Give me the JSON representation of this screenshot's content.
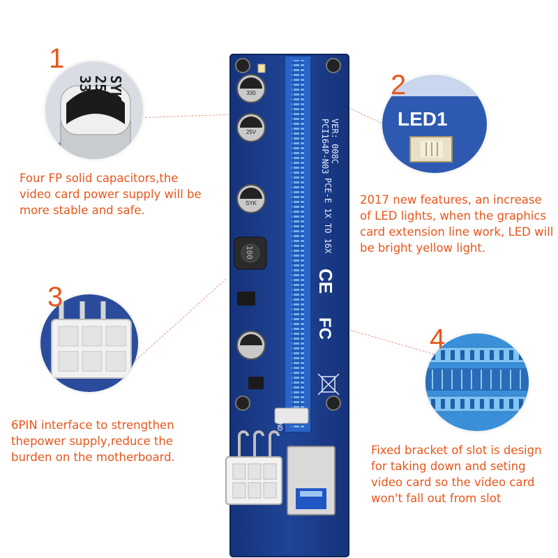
{
  "callouts": [
    {
      "num": "1",
      "text": [
        "Four FP solid capacitors,the",
        "video card power supply will be",
        "more stable and safe."
      ]
    },
    {
      "num": "2",
      "text": [
        "2017 new features, an increase",
        "of LED lights, when the graphics",
        "card extension line work, LED will",
        "be bright yellow light."
      ]
    },
    {
      "num": "3",
      "text": [
        "6PIN interface to strengthen",
        "thepower supply,reduce the",
        "burden on the motherboard."
      ]
    },
    {
      "num": "4",
      "text": [
        "Fixed bracket of slot is design",
        "for taking down and seting",
        "video card so the video card",
        "won't fall out from slot"
      ]
    }
  ],
  "board": {
    "model": "PCI164P-N03",
    "version": "VER: 008C",
    "slot_label": "PCE-E 1X TO 16X",
    "gnd_label": "GND",
    "led_label": "LED1",
    "ce_mark": "CE",
    "fc_mark": "FC",
    "cap_lines": [
      "330",
      "25V",
      "SYK"
    ],
    "inductor_label": "100"
  },
  "colors": {
    "accent": "#e8561c",
    "pcb": "#1c3f8f",
    "slot": "#2a64c8",
    "slot_teeth": "#4b9de0"
  }
}
